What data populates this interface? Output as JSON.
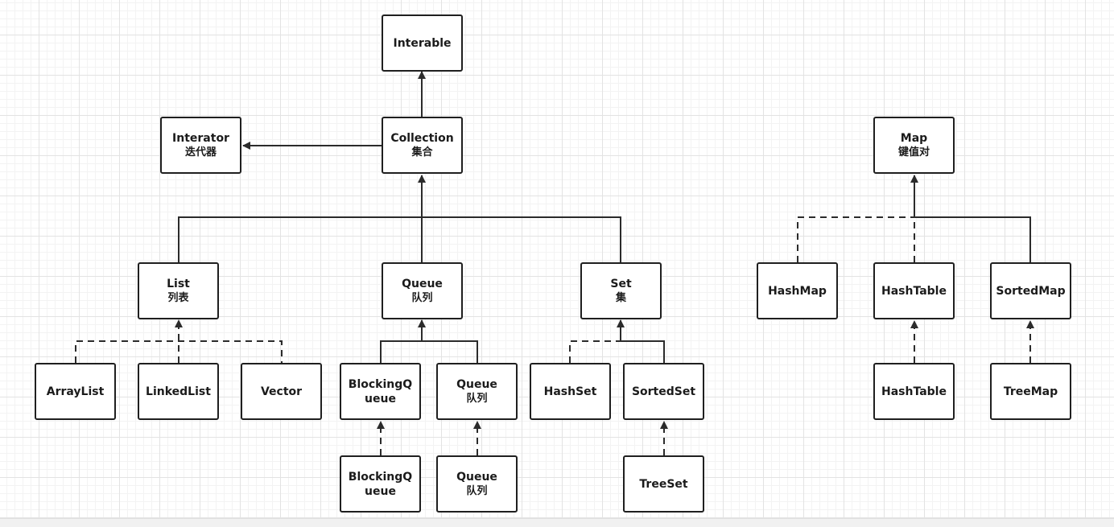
{
  "colors": {
    "stroke": "#2b2b2b",
    "node_border": "#1f1f1f",
    "node_fill": "#ffffff",
    "grid": "#e3e3e3"
  },
  "nodes": {
    "interable": {
      "line1": "Interable",
      "line2": ""
    },
    "collection": {
      "line1": "Collection",
      "line2": "集合"
    },
    "iterator": {
      "line1": "Interator",
      "line2": "迭代器"
    },
    "map": {
      "line1": "Map",
      "line2": "键值对"
    },
    "list": {
      "line1": "List",
      "line2": "列表"
    },
    "queue": {
      "line1": "Queue",
      "line2": "队列"
    },
    "set": {
      "line1": "Set",
      "line2": "集"
    },
    "hashmap": {
      "line1": "HashMap",
      "line2": ""
    },
    "hashtable": {
      "line1": "HashTable",
      "line2": ""
    },
    "sortedmap": {
      "line1": "SortedMap",
      "line2": ""
    },
    "arraylist": {
      "line1": "ArrayList",
      "line2": ""
    },
    "linkedlist": {
      "line1": "LinkedList",
      "line2": ""
    },
    "vector": {
      "line1": "Vector",
      "line2": ""
    },
    "blockingqueue_1": {
      "line1": "BlockingQueue",
      "line2": ""
    },
    "queue_sub_1": {
      "line1": "Queue",
      "line2": "队列"
    },
    "hashset": {
      "line1": "HashSet",
      "line2": ""
    },
    "sortedset": {
      "line1": "SortedSet",
      "line2": ""
    },
    "hashtable_sub": {
      "line1": "HashTable",
      "line2": ""
    },
    "treemap": {
      "line1": "TreeMap",
      "line2": ""
    },
    "blockingqueue_2": {
      "line1": "BlockingQueue",
      "line2": ""
    },
    "queue_sub_2": {
      "line1": "Queue",
      "line2": "队列"
    },
    "treeset": {
      "line1": "TreeSet",
      "line2": ""
    }
  }
}
